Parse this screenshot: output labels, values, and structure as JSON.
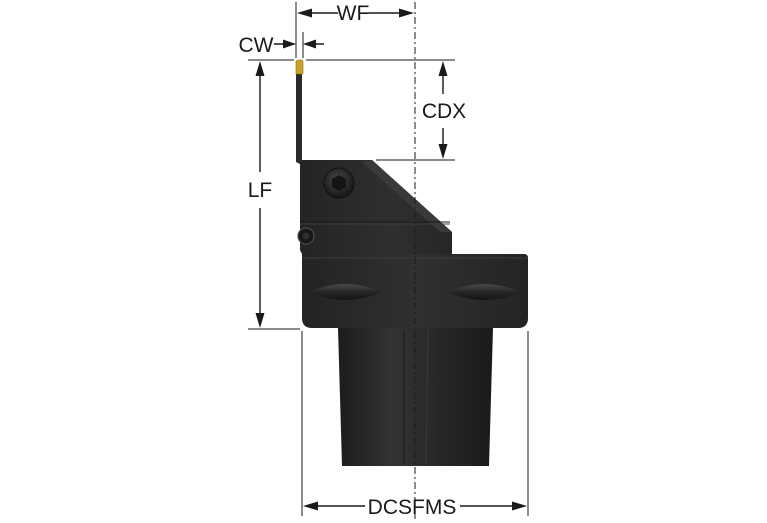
{
  "drawing": {
    "labels": {
      "wf": "WF",
      "cw": "CW",
      "cdx": "CDX",
      "lf": "LF",
      "dcsfms": "DCSFMS"
    },
    "colors": {
      "body": "#2b2b2b",
      "body_shade": "#1f1f1f",
      "body_highlight": "#3d3d3d",
      "insert": "#c9a227",
      "line": "#1a1a1a",
      "background": "#ffffff"
    }
  }
}
